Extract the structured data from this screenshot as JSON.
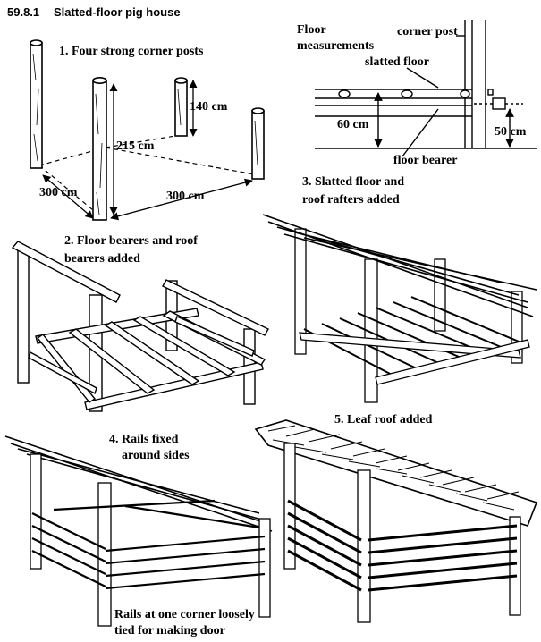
{
  "figure": {
    "number": "59.8.1",
    "title": "Slatted-floor pig house"
  },
  "steps": [
    {
      "label": "1. Four strong corner posts"
    },
    {
      "label": "2. Floor bearers and roof",
      "label2": "bearers added"
    },
    {
      "label": "3. Slatted floor and",
      "label2": "roof rafters added"
    },
    {
      "label": "4. Rails fixed",
      "label2": "around sides"
    },
    {
      "label": "5. Leaf roof added"
    }
  ],
  "dimensions": {
    "post_height": "215 cm",
    "short_post": "140 cm",
    "width_left": "300 cm",
    "width_right": "300 cm"
  },
  "floor_detail": {
    "heading1": "Floor",
    "heading2": "measurements",
    "corner_post": "corner post",
    "slatted_floor": "slatted floor",
    "height_60": "60 cm",
    "height_50": "50 cm",
    "floor_bearer": "floor bearer"
  },
  "door_note": {
    "line1": "Rails at one corner loosely",
    "line2": "tied for making door"
  }
}
